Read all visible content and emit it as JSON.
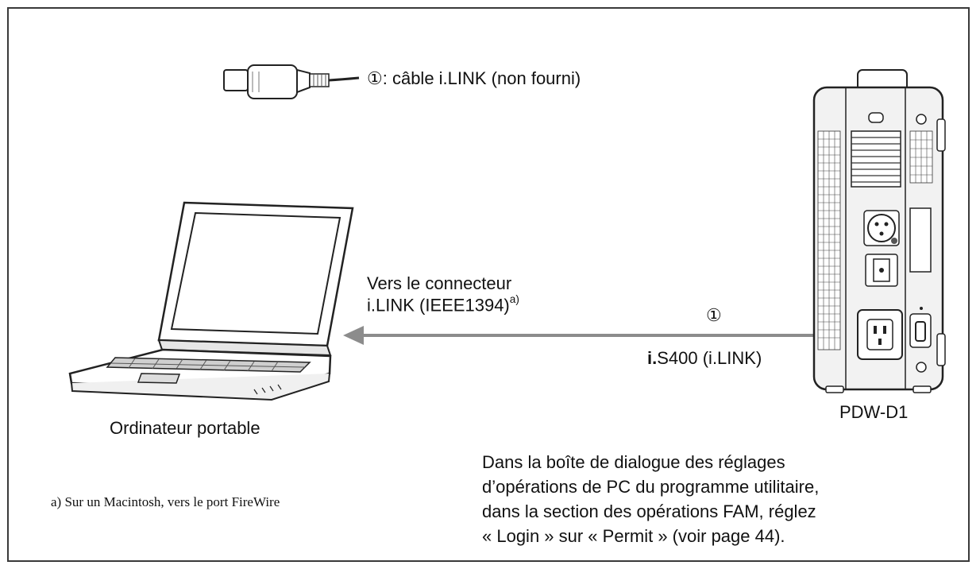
{
  "cable_legend": {
    "marker": "①",
    "text": ": câble i.LINK (non fourni)"
  },
  "connector_label": {
    "line1": "Vers le connecteur",
    "line2": "i.LINK (IEEE1394)",
    "footnote_mark": "a)"
  },
  "cable_marker": "①",
  "port_label": {
    "logo": "i.",
    "text": "S400 (i.LINK)"
  },
  "device_label": "PDW-D1",
  "laptop_label": "Ordinateur portable",
  "footnote": "a)  Sur un Macintosh, vers le port FireWire",
  "instructions": [
    "Dans la boîte de dialogue des réglages",
    "d’opérations de PC du programme utilitaire,",
    "dans la section des opérations FAM, réglez",
    "« Login » sur « Permit » (voir page 44)."
  ],
  "colors": {
    "frame": "#3a3a3a",
    "arrow": "#8c8c8c",
    "device_body": "#f2f2f2",
    "screen": "#ffffff"
  }
}
